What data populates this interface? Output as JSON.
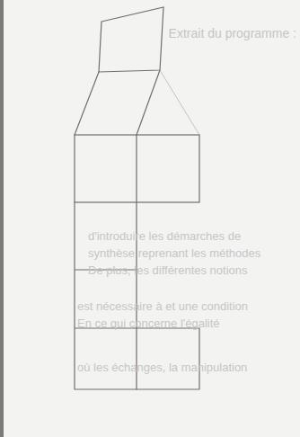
{
  "diagram": {
    "labels": [
      "Extrait du programme :",
      "d'introduire les démarches de",
      "synthèse reprenant les méthodes",
      "De plus, les différentes notions",
      "est nécessaire à et une condition",
      "En ce qui concerne l'égalité",
      "où les échanges, la manipulation"
    ]
  }
}
